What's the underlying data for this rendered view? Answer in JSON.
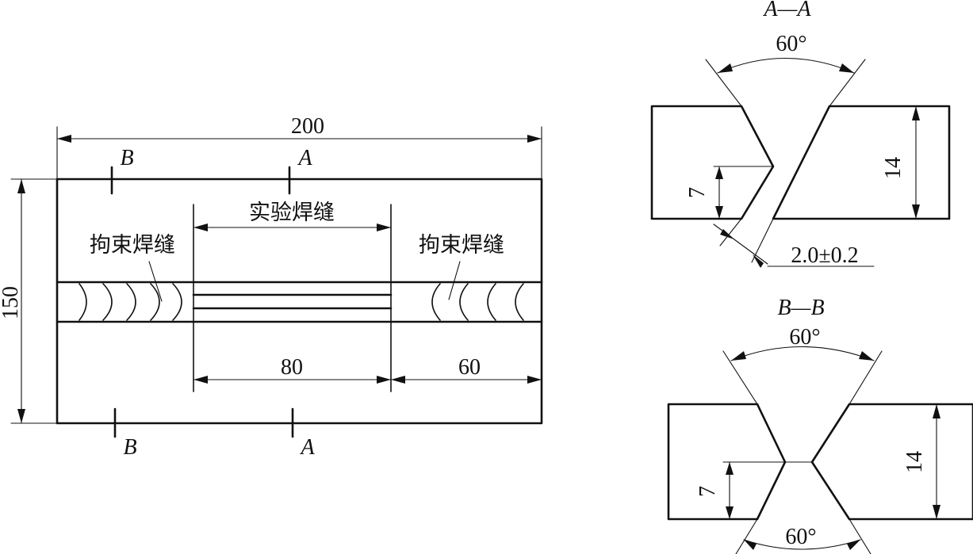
{
  "plan_view": {
    "dimensions": {
      "width_total": "200",
      "height_total": "150",
      "test_weld_length": "80",
      "restraint_length": "60"
    },
    "labels": {
      "test_weld": "实验焊缝",
      "restraint_weld_left": "拘束焊缝",
      "restraint_weld_right": "拘束焊缝"
    },
    "section_marks": {
      "b_top": "B",
      "a_top": "A",
      "b_bottom": "B",
      "a_bottom": "A"
    }
  },
  "section_aa": {
    "title": "A—A",
    "groove_angle": "60°",
    "plate_thickness": "14",
    "groove_depth": "7",
    "root_gap": "2.0±0.2"
  },
  "section_bb": {
    "title": "B—B",
    "groove_angle_top": "60°",
    "groove_angle_bottom": "60°",
    "plate_thickness": "14",
    "groove_depth": "7"
  }
}
